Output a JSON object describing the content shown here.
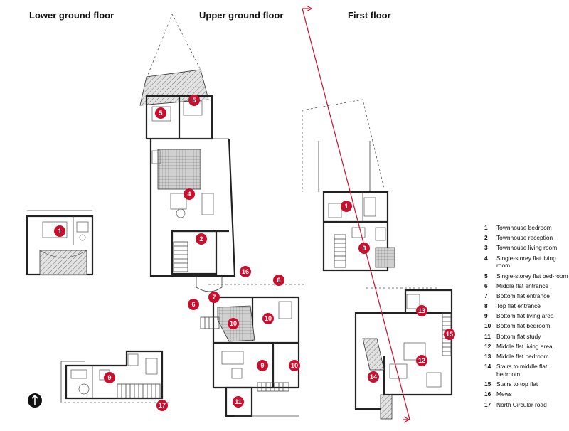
{
  "titles": {
    "lower": "Lower ground floor",
    "upper": "Upper ground floor",
    "first": "First floor"
  },
  "legend": [
    {
      "num": "1",
      "text": "Townhouse bedroom"
    },
    {
      "num": "2",
      "text": "Townhouse reception"
    },
    {
      "num": "3",
      "text": "Townhouse living room"
    },
    {
      "num": "4",
      "text": "Single-storey flat living room"
    },
    {
      "num": "5",
      "text": "Single-storey flat bed-room"
    },
    {
      "num": "6",
      "text": "Middle flat entrance"
    },
    {
      "num": "7",
      "text": "Bottom flat entrance"
    },
    {
      "num": "8",
      "text": "Top flat entrance"
    },
    {
      "num": "9",
      "text": "Bottom flat living area"
    },
    {
      "num": "10",
      "text": "Bottom flat bedroom"
    },
    {
      "num": "11",
      "text": "Bottom flat study"
    },
    {
      "num": "12",
      "text": "Middle flat living area"
    },
    {
      "num": "13",
      "text": "Middle flat bedroom"
    },
    {
      "num": "14",
      "text": "Stairs to middle flat bedroom"
    },
    {
      "num": "15",
      "text": "Stairs to top flat"
    },
    {
      "num": "16",
      "text": "Mews"
    },
    {
      "num": "17",
      "text": "North Circular road"
    }
  ],
  "markers": {
    "m1a": "1",
    "m1b": "1",
    "m2": "2",
    "m3": "3",
    "m4": "4",
    "m5a": "5",
    "m5b": "5",
    "m6": "6",
    "m7": "7",
    "m8": "8",
    "m9a": "9",
    "m9b": "9",
    "m10a": "10",
    "m10b": "10",
    "m10c": "10",
    "m11": "11",
    "m12": "12",
    "m13": "13",
    "m14": "14",
    "m15": "15",
    "m16": "16",
    "m17": "17"
  },
  "colors": {
    "marker": "#c8102e",
    "section_line": "#c8102e",
    "walls": "#222222"
  },
  "icons": {
    "north_arrow": "north-arrow-icon"
  }
}
